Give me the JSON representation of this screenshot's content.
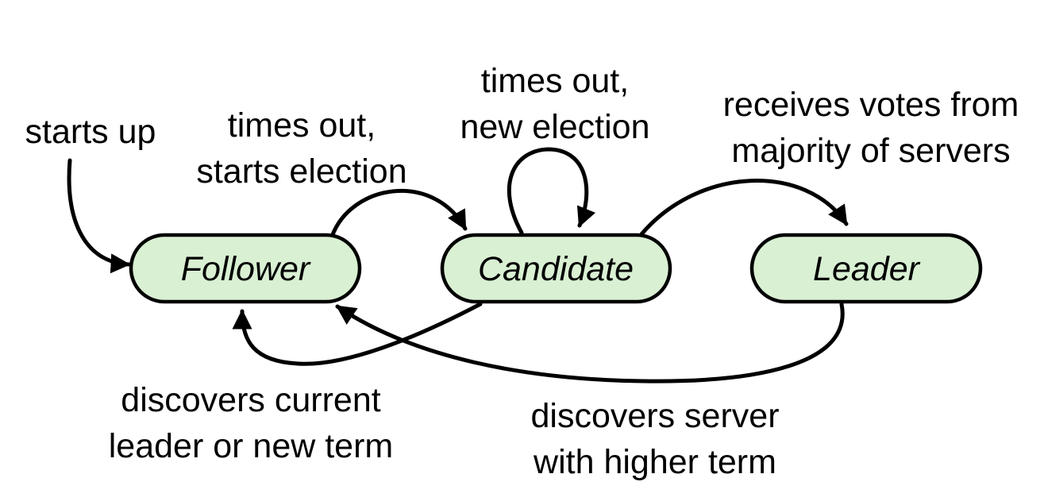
{
  "colors": {
    "state_fill": "#d9f0d3",
    "stroke": "#000000",
    "background": "#ffffff"
  },
  "states": {
    "follower": "Follower",
    "candidate": "Candidate",
    "leader": "Leader"
  },
  "transitions": {
    "starts_up": [
      "starts up"
    ],
    "times_out_starts_election": [
      "times out,",
      "starts election"
    ],
    "times_out_new_election": [
      "times out,",
      "new election"
    ],
    "receives_votes": [
      "receives votes from",
      "majority of servers"
    ],
    "discovers_current_leader": [
      "discovers current",
      "leader or new term"
    ],
    "discovers_higher_term": [
      "discovers server",
      "with higher term"
    ]
  }
}
